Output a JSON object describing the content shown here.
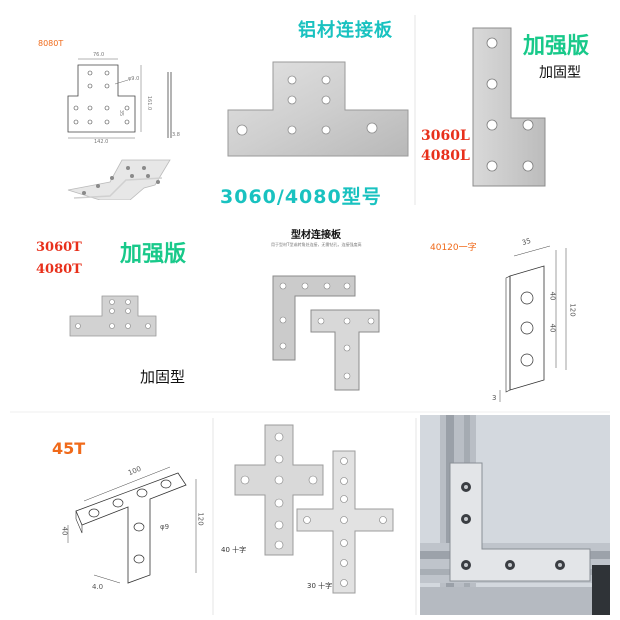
{
  "cells": {
    "c1": {
      "code": "8080T",
      "dims": {
        "d1": "76.0",
        "d2": "φ9.0",
        "d3": "142.0",
        "d4": "161.0",
        "d5": "3.8",
        "d6": "35"
      }
    },
    "c2": {
      "title": "铝材连接板",
      "subtitle": "3060/4080型号"
    },
    "c3": {
      "badge": "加强版",
      "type": "加固型",
      "models": [
        "3060L",
        "4080L"
      ]
    },
    "c4": {
      "models": [
        "3060T",
        "4080T"
      ],
      "badge": "加强版",
      "type": "加固型"
    },
    "c5": {
      "title": "型材连接板",
      "desc": "用于型材T型或转角处连接，无需钻孔，连接强度高"
    },
    "c6": {
      "code": "40120一字",
      "dims": {
        "w": "35",
        "h1": "40",
        "h2": "40",
        "total": "120",
        "t": "3"
      }
    },
    "c7": {
      "code": "45T",
      "dims": {
        "w": "100",
        "h": "120",
        "stem": "40",
        "t": "4.0",
        "hole": "φ9"
      }
    },
    "c8": {
      "label40": "40 十字",
      "label30": "30 十字"
    },
    "c9": {}
  },
  "colors": {
    "orange": "#f06a1a",
    "green": "#18c98a",
    "red": "#e8301b",
    "teal": "#19c2c0",
    "steel": "#c9c9c9",
    "border": "#d9d9d9"
  }
}
